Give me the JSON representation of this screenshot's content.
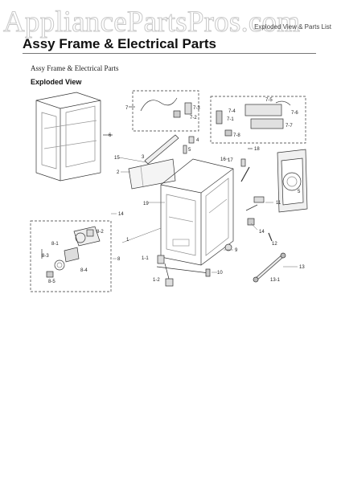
{
  "watermark": "AppliancePartsPros.com",
  "header_right": "Exploded View & Parts List",
  "title": "Assy Frame & Electrical Parts",
  "subtitle": "Assy Frame & Electrical Parts",
  "section_heading": "Exploded View",
  "callouts": {
    "c6": "6",
    "c7": "7",
    "c7_1": "7-1",
    "c7_2": "7-2",
    "c7_3": "7-3",
    "c7_4": "7-4",
    "c7_5": "7-5",
    "c7_6": "7-6",
    "c7_7": "7-7",
    "c7_8": "7-8",
    "c3": "3",
    "c4": "4",
    "c5": "5",
    "c15": "15",
    "c2": "2",
    "c16": "16",
    "c17": "17",
    "c18": "18",
    "c19": "19",
    "c14a": "14",
    "c14b": "14",
    "c8": "8",
    "c8_1": "8-1",
    "c8_2": "8-2",
    "c8_3": "8-3",
    "c8_4": "8-4",
    "c8_5": "8-5",
    "c1": "1",
    "c1_1": "1-1",
    "c1_2": "1-2",
    "c9": "9",
    "c10": "10",
    "c11": "11",
    "c12": "12",
    "c13": "13",
    "c13_1": "13-1",
    "c5b": "5"
  }
}
